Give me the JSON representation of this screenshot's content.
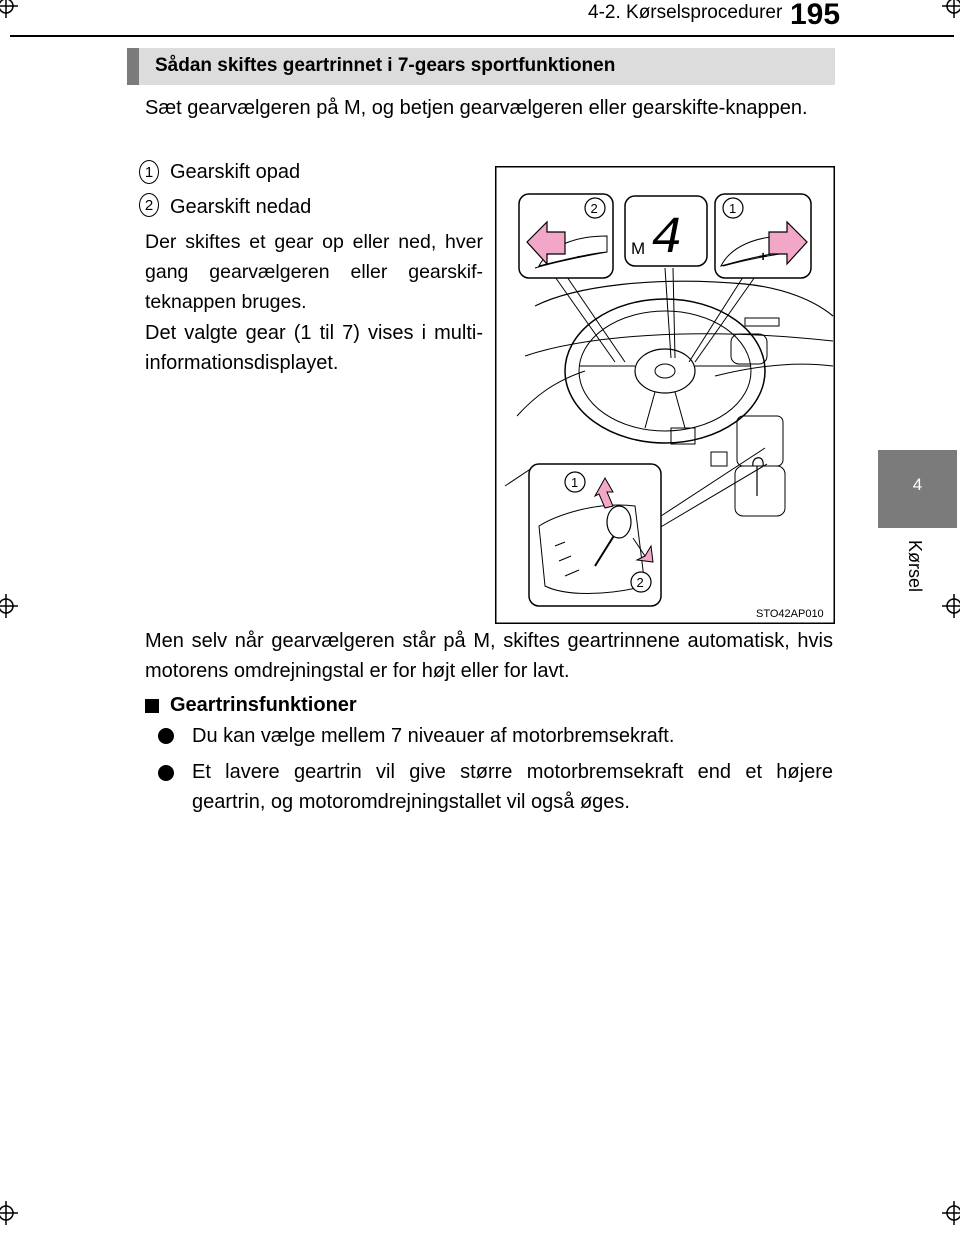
{
  "header": {
    "section": "4-2. Kørselsprocedurer",
    "page_number": "195"
  },
  "side_tab": {
    "number": "4",
    "label": "Kørsel"
  },
  "section_title": "Sådan skiftes geartrinnet i 7-gears sportfunktionen",
  "intro": "Sæt gearvælgeren på M, og betjen gearvælgeren eller gearskifte-knappen.",
  "items": [
    {
      "number": "1",
      "label": "Gearskift opad"
    },
    {
      "number": "2",
      "label": "Gearskift nedad"
    }
  ],
  "para_1": "Der skiftes et gear op eller ned, hver gang gearvælgeren eller gearskif-teknappen bruges.",
  "para_2": "Det valgte gear (1 til 7) vises i multi-informationsdisplayet.",
  "para_3": "Men selv når gearvælgeren står på M, skiftes geartrinnene automatisk, hvis motorens omdrejningstal er for højt eller for lavt.",
  "subheading": "Geartrinsfunktioner",
  "bullets": [
    "Du kan vælge mellem 7 niveauer af motorbremsekraft.",
    "Et lavere geartrin vil give større motorbremsekraft end et højere geartrin, og motoromdrejningstallet vil også øges."
  ],
  "illustration": {
    "code": "STO42AP010",
    "display_mode": "M",
    "display_gear": "4",
    "paddle_minus": "−",
    "paddle_plus": "+",
    "callout_1": "1",
    "callout_2": "2"
  },
  "colors": {
    "arrow_pink": "#f2a7c8",
    "tab_gray": "#7b7b7b",
    "bar_gray": "#dcdcdc"
  }
}
